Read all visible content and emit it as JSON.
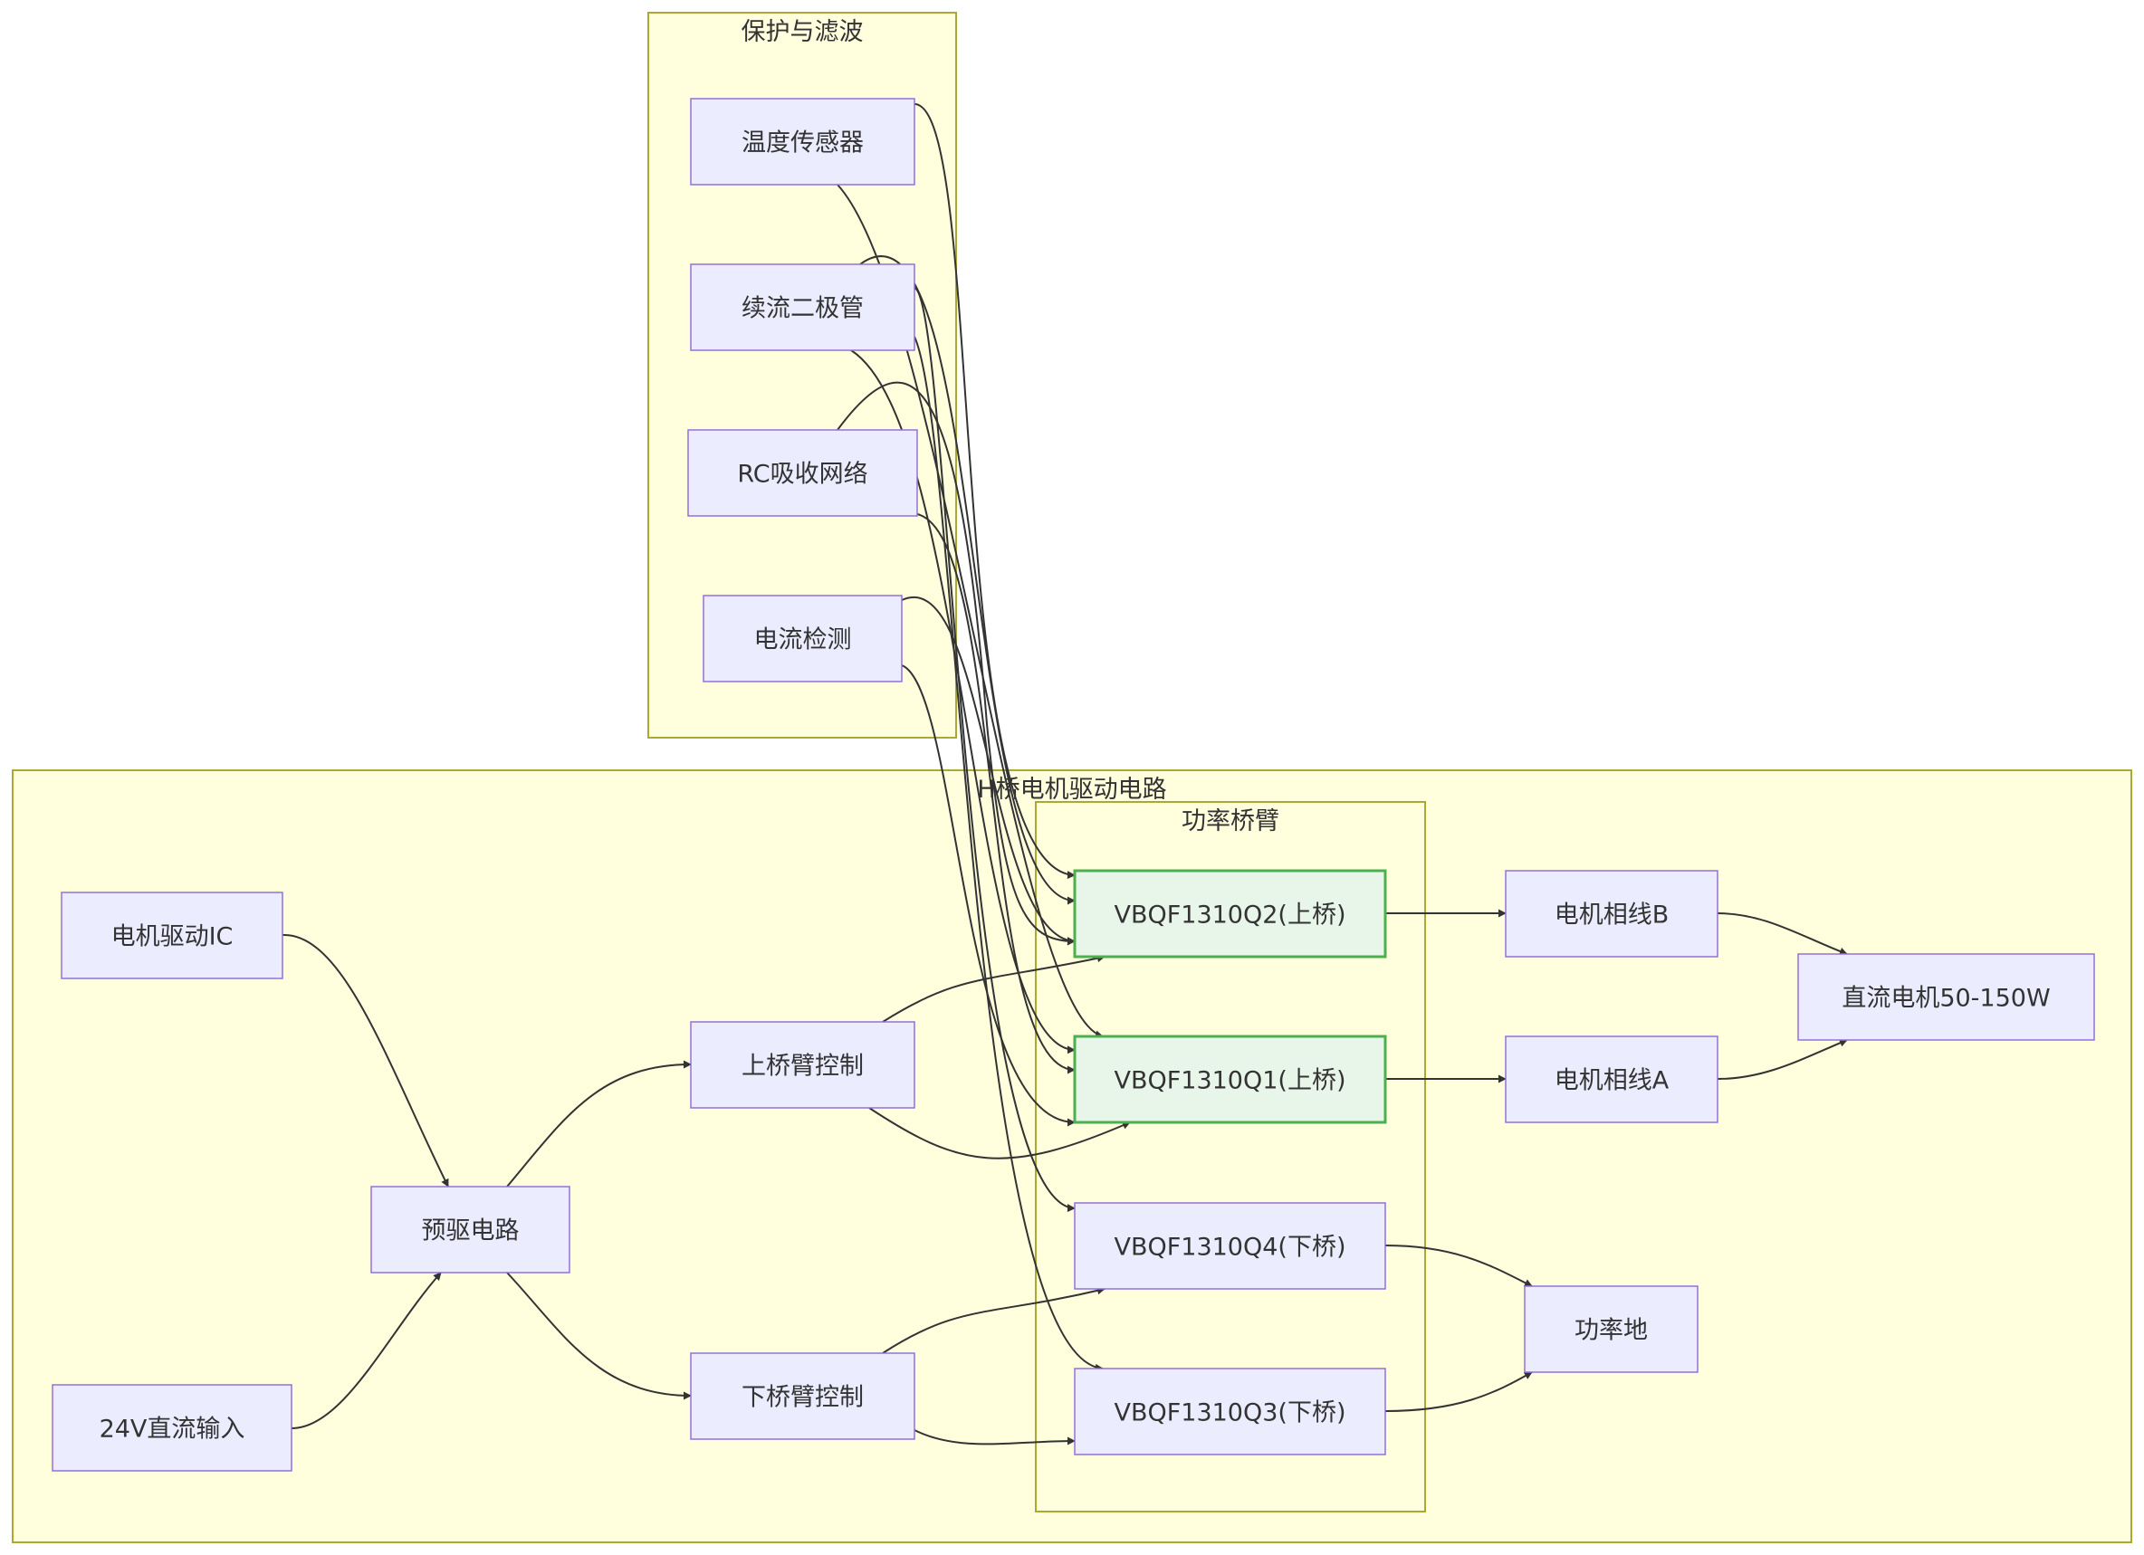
{
  "groups": [
    {
      "id": "protect",
      "label": "保护与滤波"
    },
    {
      "id": "hbridge",
      "label": "H桥电机驱动电路"
    },
    {
      "id": "power_arm",
      "label": "功率桥臂"
    }
  ],
  "nodes": [
    {
      "id": "temp",
      "label": "温度传感器",
      "highlight": false
    },
    {
      "id": "diode",
      "label": "续流二极管",
      "highlight": false
    },
    {
      "id": "rc",
      "label": "RC吸收网络",
      "highlight": false
    },
    {
      "id": "current",
      "label": "电流检测",
      "highlight": false
    },
    {
      "id": "ic",
      "label": "电机驱动IC",
      "highlight": false
    },
    {
      "id": "input",
      "label": "24V直流输入",
      "highlight": false
    },
    {
      "id": "predrive",
      "label": "预驱电路",
      "highlight": false
    },
    {
      "id": "upper_ctrl",
      "label": "上桥臂控制",
      "highlight": false
    },
    {
      "id": "lower_ctrl",
      "label": "下桥臂控制",
      "highlight": false
    },
    {
      "id": "q2",
      "label": "VBQF1310Q2(上桥)",
      "highlight": true
    },
    {
      "id": "q1",
      "label": "VBQF1310Q1(上桥)",
      "highlight": true
    },
    {
      "id": "q4",
      "label": "VBQF1310Q4(下桥)",
      "highlight": false
    },
    {
      "id": "q3",
      "label": "VBQF1310Q3(下桥)",
      "highlight": false
    },
    {
      "id": "phase_b",
      "label": "电机相线B",
      "highlight": false
    },
    {
      "id": "phase_a",
      "label": "电机相线A",
      "highlight": false
    },
    {
      "id": "motor",
      "label": "直流电机50-150W",
      "highlight": false
    },
    {
      "id": "gnd",
      "label": "功率地",
      "highlight": false
    }
  ],
  "edges": [
    {
      "from": "ic",
      "to": "predrive"
    },
    {
      "from": "input",
      "to": "predrive"
    },
    {
      "from": "predrive",
      "to": "upper_ctrl"
    },
    {
      "from": "predrive",
      "to": "lower_ctrl"
    },
    {
      "from": "upper_ctrl",
      "to": "q2"
    },
    {
      "from": "upper_ctrl",
      "to": "q1"
    },
    {
      "from": "lower_ctrl",
      "to": "q4"
    },
    {
      "from": "lower_ctrl",
      "to": "q3"
    },
    {
      "from": "q2",
      "to": "phase_b"
    },
    {
      "from": "q1",
      "to": "phase_a"
    },
    {
      "from": "phase_b",
      "to": "motor"
    },
    {
      "from": "phase_a",
      "to": "motor"
    },
    {
      "from": "q4",
      "to": "gnd"
    },
    {
      "from": "q3",
      "to": "gnd"
    },
    {
      "from": "temp",
      "to": "q2"
    },
    {
      "from": "temp",
      "to": "q1"
    },
    {
      "from": "diode",
      "to": "q2"
    },
    {
      "from": "diode",
      "to": "q1"
    },
    {
      "from": "diode",
      "to": "q4"
    },
    {
      "from": "diode",
      "to": "q3"
    },
    {
      "from": "rc",
      "to": "q2"
    },
    {
      "from": "rc",
      "to": "q1"
    },
    {
      "from": "current",
      "to": "q2"
    },
    {
      "from": "current",
      "to": "q1"
    }
  ],
  "colors": {
    "group_fill": "#ffffde",
    "group_stroke": "#aaaa33",
    "node_fill": "#ececff",
    "node_stroke": "#9370db",
    "highlight_fill": "#e8f5e9",
    "highlight_stroke": "#4caf50",
    "edge": "#333333",
    "text": "#333333"
  }
}
